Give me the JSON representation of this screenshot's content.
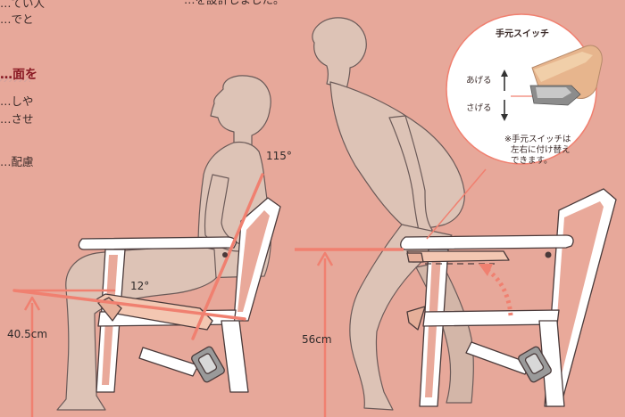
{
  "left_text": {
    "line1": "…てい人",
    "line2": "…でと",
    "headline": "…面を",
    "para1": "…しや",
    "para2": "…させ",
    "para3": "…配慮"
  },
  "top_text": "…を設計しました。",
  "angles": {
    "backrest": "115°",
    "seat": "12°"
  },
  "measurements": {
    "seat_height_low": "40.5cm",
    "seat_height_high": "56cm"
  },
  "zoom": {
    "title": "手元スイッチ",
    "up_label": "あげる",
    "down_label": "さげる",
    "note_line1": "※手元スイッチは",
    "note_line2": "左右に付け替え",
    "note_line3": "できます。"
  },
  "colors": {
    "background": "#e7a89a",
    "accent": "#f08070",
    "headline": "#8a1a24"
  }
}
